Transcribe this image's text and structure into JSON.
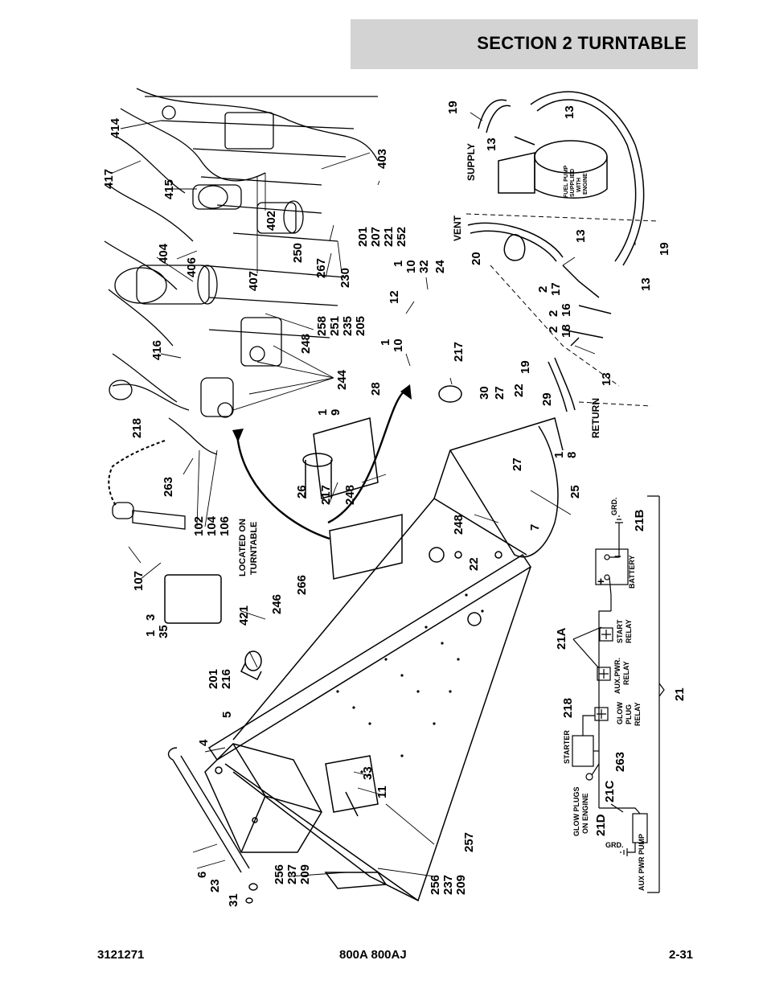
{
  "header": {
    "title": "SECTION 2   TURNTABLE"
  },
  "footer": {
    "doc_number": "3121271",
    "model": "800A 800AJ",
    "page": "2-31"
  },
  "callouts": {
    "c107": "107",
    "c102": "102",
    "c104": "104",
    "c106": "106",
    "c263": "263",
    "c218": "218",
    "c416": "416",
    "c404": "404",
    "c406": "406",
    "c415": "415",
    "c417": "417",
    "c414": "414",
    "c407": "407",
    "c402": "402",
    "c403": "403",
    "c250": "250",
    "c267": "267",
    "c230": "230",
    "c201a": "201",
    "c207": "207",
    "c221": "221",
    "c252": "252",
    "c248a": "248",
    "c258": "258",
    "c251": "251",
    "c235": "235",
    "c205": "205",
    "c244": "244",
    "c1a": "1",
    "c10a": "10",
    "c32": "32",
    "c24": "24",
    "c12": "12",
    "c1b": "1",
    "c10b": "10",
    "c217a": "217",
    "c1c": "1",
    "c9": "9",
    "c28": "28",
    "c30": "30",
    "c27a": "27",
    "c22a": "22",
    "c29": "29",
    "c1d": "1",
    "c8": "8",
    "c27b": "27",
    "c26": "26",
    "c217b": "217",
    "c248b": "248",
    "c25": "25",
    "c248c": "248",
    "c7": "7",
    "c22b": "22",
    "c1e": "1",
    "c3": "3",
    "c35": "35",
    "c421": "421",
    "c266": "266",
    "c246": "246",
    "c201b": "201",
    "c216": "216",
    "c5": "5",
    "c4": "4",
    "c33": "33",
    "c11": "11",
    "c6": "6",
    "c23": "23",
    "c31": "31",
    "c256a": "256",
    "c237a": "237",
    "c209a": "209",
    "c256b": "256",
    "c237b": "237",
    "c209b": "209",
    "c257": "257",
    "c19a": "19",
    "c13a": "13",
    "c13b": "13",
    "c13c": "13",
    "c13d": "13",
    "c13e": "13",
    "c20": "20",
    "c2a": "2",
    "c17": "17",
    "c2b": "2",
    "c16": "16",
    "c2c": "2",
    "c18": "18",
    "c19b": "19",
    "c19c": "19",
    "c21a": "21A",
    "c21b": "21B",
    "c21c": "21C",
    "c21d": "21D",
    "c21": "21",
    "c218b": "218",
    "c263b": "263"
  },
  "labels": {
    "located_on_1": "LOCATED ON",
    "located_on_2": "TURNTABLE",
    "supply": "SUPPLY",
    "vent": "VENT",
    "return": "RETURN",
    "fuel_pump_1": "FUEL PUMP",
    "fuel_pump_2": "SUPPLIED",
    "fuel_pump_3": "WITH",
    "fuel_pump_4": "ENGINE"
  },
  "schematic": {
    "battery": "BATTERY",
    "grd_top": "GRD.",
    "grd_bottom": "GRD.",
    "start_relay_1": "START",
    "start_relay_2": "RELAY",
    "aux_relay_1": "AUX.PWR.",
    "aux_relay_2": "RELAY",
    "glow_relay_1": "GLOW",
    "glow_relay_2": "PLUG",
    "glow_relay_3": "RELAY",
    "starter": "STARTER",
    "glow_plugs_1": "GLOW PLUGS",
    "glow_plugs_2": "ON ENGINE",
    "aux_pump": "AUX PWR PUMP",
    "plus": "+",
    "minus": "−"
  }
}
